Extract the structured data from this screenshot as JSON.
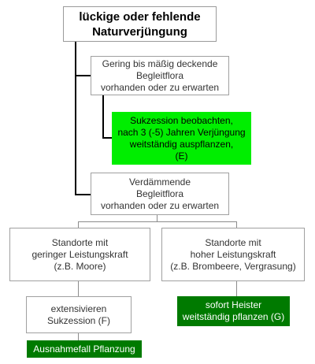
{
  "colors": {
    "bright_green": "#00ee00",
    "dark_green": "#007a00",
    "border": "#a0a0a0"
  },
  "nodes": {
    "root": "lückige oder fehlende\nNaturverjüngung",
    "gering": "Gering bis mäßig deckende\nBegleitflora\nvorhanden oder zu erwarten",
    "sukzession": "Sukzession beobachten,\nnach 3 (-5) Jahren Verjüngung\nweitständig auspflanzen,\n(E)",
    "verdaemmende": "Verdämmende\nBegleitflora\nvorhanden oder zu erwarten",
    "geringer_leistung": "Standorte mit\ngeringer Leistungskraft\n(z.B. Moore)",
    "hoher_leistung": "Standorte mit\nhoher Leistungskraft\n(z.B. Brombeere, Vergrasung)",
    "extensivieren": "extensivieren\nSukzession (F)",
    "heister": "sofort Heister\nweitständig pflanzen (G)",
    "ausnahme": "Ausnahmefall Pflanzung"
  }
}
